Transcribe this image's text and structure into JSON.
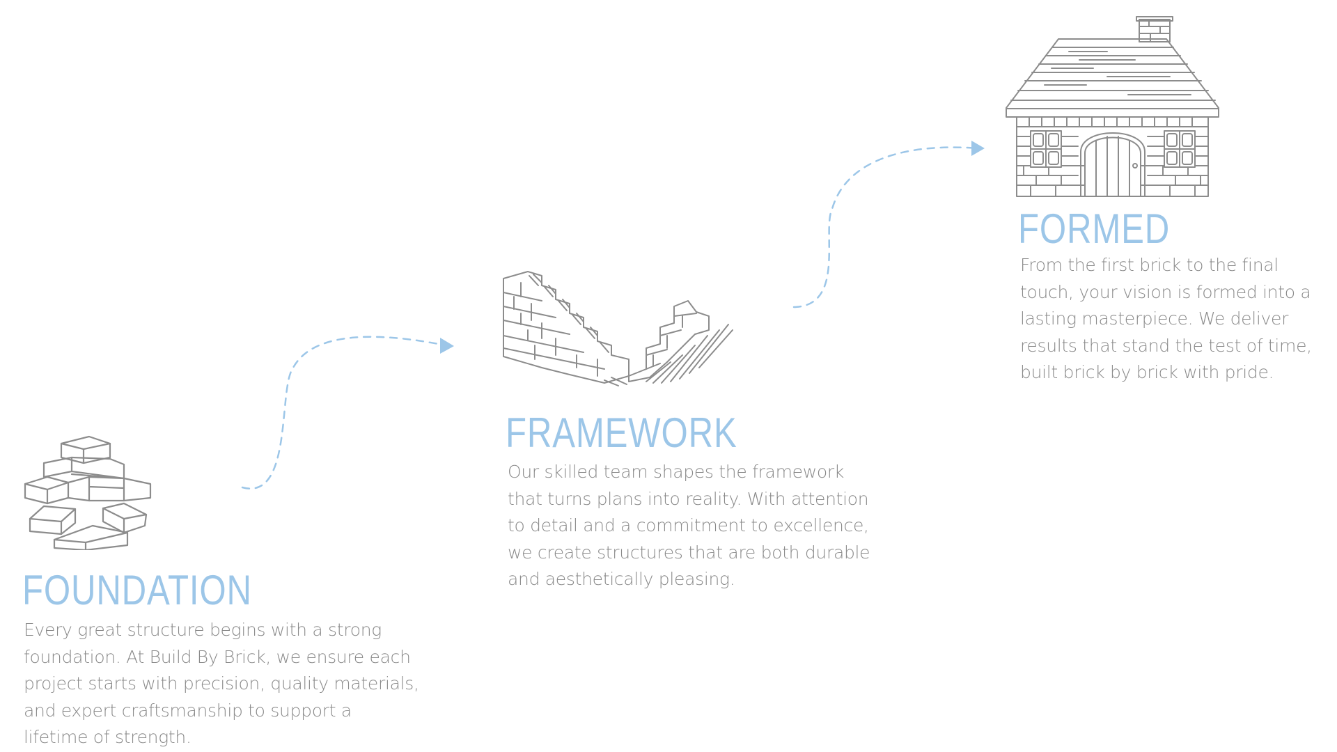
{
  "colors": {
    "heading": "#9cc6e8",
    "body": "#8a8a8a",
    "connector": "#9cc6e8",
    "sketch": "#8c8c8c"
  },
  "steps": [
    {
      "heading": "FOUNDATION",
      "icon": "brick-pile-icon",
      "body": "Every great structure begins with a strong foundation. At Build By Brick, we ensure each project starts with precision, quality materials, and expert craftsmanship to support a lifetime of strength."
    },
    {
      "heading": "FRAMEWORK",
      "icon": "brick-wall-icon",
      "body": "Our skilled team shapes the framework that turns plans into reality. With attention to detail and a commitment to excellence, we create structures that are both durable and aesthetically pleasing."
    },
    {
      "heading": "FORMED",
      "icon": "brick-house-icon",
      "body": "From the first brick to the final touch, your vision is formed into a lasting masterpiece. We deliver results that stand the test of time, built brick by brick with pride."
    }
  ]
}
